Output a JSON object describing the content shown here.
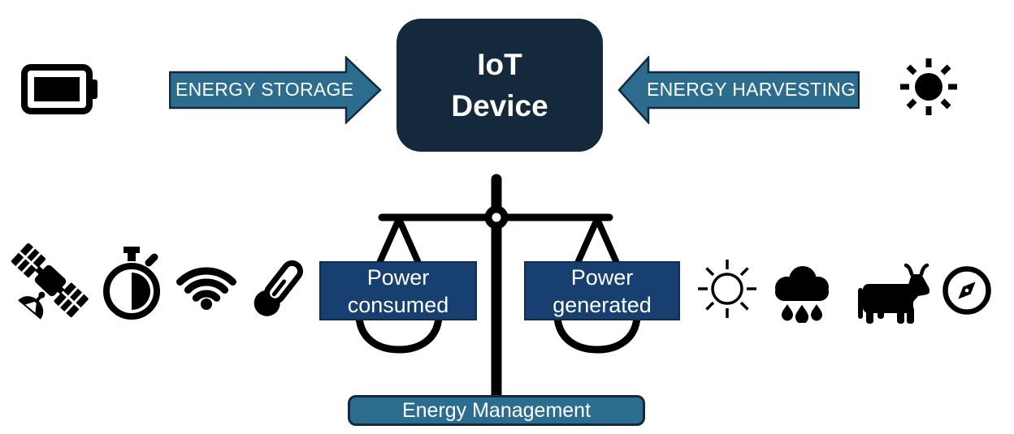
{
  "device": {
    "line1": "IoT",
    "line2": "Device"
  },
  "arrows": {
    "storage_label": "ENERGY STORAGE",
    "harvesting_label": "ENERGY HARVESTING"
  },
  "scale": {
    "left_pan_line1": "Power",
    "left_pan_line2": "consumed",
    "right_pan_line1": "Power",
    "right_pan_line2": "generated",
    "base_label": "Energy Management"
  },
  "icons": {
    "top_left": "battery-icon",
    "top_right": "sun-icon",
    "power_consumers": [
      "satellite-icon",
      "stopwatch-icon",
      "wifi-icon",
      "thermometer-icon"
    ],
    "power_sources": [
      "sun-outline-icon",
      "rain-cloud-icon",
      "cow-icon",
      "compass-icon"
    ]
  },
  "colors": {
    "device_box": "#14293c",
    "arrow_fill": "#2b6c8f",
    "arrow_border": "#14293c",
    "pan_box": "#174070",
    "pan_box_border": "#0e2e50",
    "base_box": "#2b6c8f",
    "base_box_border": "#14293c",
    "icon": "#000000",
    "text": "#ffffff"
  }
}
